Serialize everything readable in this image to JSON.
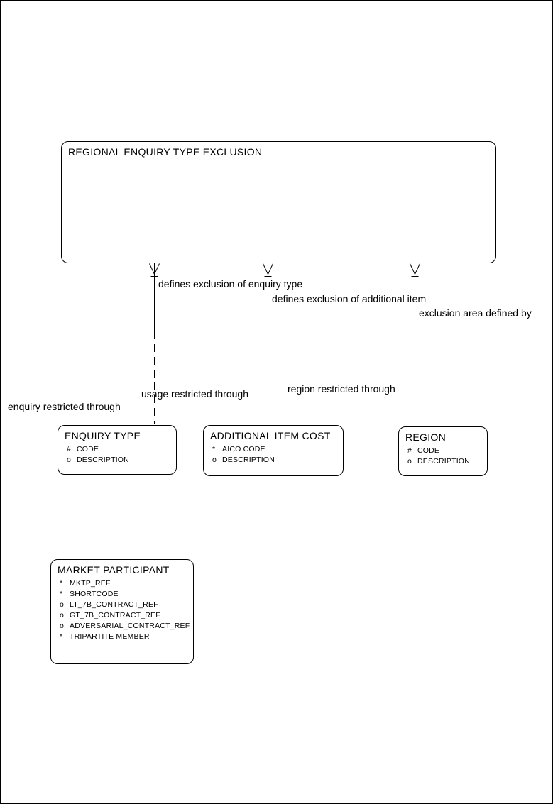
{
  "palette": {
    "background": "#ffffff",
    "line": "#000000",
    "text": "#000000"
  },
  "entities": [
    {
      "name": "REGIONAL ENQUIRY TYPE EXCLUSION",
      "attributes": []
    },
    {
      "name": "ENQUIRY TYPE",
      "attributes": [
        {
          "prefix": "#",
          "name": "CODE"
        },
        {
          "prefix": "o",
          "name": "DESCRIPTION"
        }
      ]
    },
    {
      "name": "ADDITIONAL ITEM COST",
      "attributes": [
        {
          "prefix": "*",
          "name": "AICO CODE"
        },
        {
          "prefix": "o",
          "name": "DESCRIPTION"
        }
      ]
    },
    {
      "name": "REGION",
      "attributes": [
        {
          "prefix": "#",
          "name": "CODE"
        },
        {
          "prefix": "o",
          "name": "DESCRIPTION"
        }
      ]
    },
    {
      "name": "MARKET PARTICIPANT",
      "attributes": [
        {
          "prefix": "*",
          "name": "MKTP_REF"
        },
        {
          "prefix": "*",
          "name": "SHORTCODE"
        },
        {
          "prefix": "o",
          "name": "LT_7B_CONTRACT_REF"
        },
        {
          "prefix": "o",
          "name": "GT_7B_CONTRACT_REF"
        },
        {
          "prefix": "o",
          "name": "ADVERSARIAL_CONTRACT_REF"
        },
        {
          "prefix": "*",
          "name": "TRIPARTITE MEMBER"
        }
      ]
    }
  ],
  "relationships": [
    {
      "parent": "REGIONAL ENQUIRY TYPE EXCLUSION",
      "child": "ENQUIRY TYPE",
      "parent_end_label": "defines exclusion of enquiry type",
      "child_end_label": "enquiry restricted through"
    },
    {
      "parent": "REGIONAL ENQUIRY TYPE EXCLUSION",
      "child": "ADDITIONAL ITEM COST",
      "parent_end_label": "defines exclusion of additional item",
      "child_end_label": "usage restricted through"
    },
    {
      "parent": "REGIONAL ENQUIRY TYPE EXCLUSION",
      "child": "REGION",
      "parent_end_label": "exclusion area defined by",
      "child_end_label": "region restricted through"
    }
  ]
}
